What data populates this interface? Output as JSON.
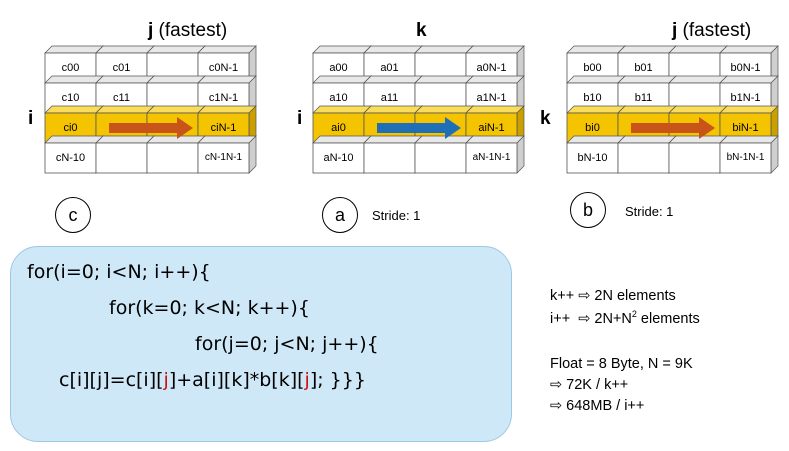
{
  "matrices": {
    "c": {
      "col_axis_letter": "j",
      "col_axis_note": " (fastest)",
      "row_axis": "i",
      "circle": "c",
      "stride": "",
      "cells": [
        [
          "c00",
          "c01",
          "",
          "c0N-1"
        ],
        [
          "c10",
          "c11",
          "",
          "c1N-1"
        ],
        [
          "ci0",
          "",
          "",
          "ciN-1"
        ],
        [
          "cN-10",
          "",
          "",
          "cN-1N-1"
        ]
      ]
    },
    "a": {
      "col_axis_letter": "k",
      "col_axis_note": "",
      "row_axis": "i",
      "circle": "a",
      "stride": "Stride: 1",
      "cells": [
        [
          "a00",
          "a01",
          "",
          "a0N-1"
        ],
        [
          "a10",
          "a11",
          "",
          "a1N-1"
        ],
        [
          "ai0",
          "",
          "",
          "aiN-1"
        ],
        [
          "aN-10",
          "",
          "",
          "aN-1N-1"
        ]
      ]
    },
    "b": {
      "col_axis_letter": "j",
      "col_axis_note": " (fastest)",
      "row_axis": "k",
      "circle": "b",
      "stride": "Stride: 1",
      "cells": [
        [
          "b00",
          "b01",
          "",
          "b0N-1"
        ],
        [
          "b10",
          "b11",
          "",
          "b1N-1"
        ],
        [
          "bi0",
          "",
          "",
          "biN-1"
        ],
        [
          "bN-10",
          "",
          "",
          "bN-1N-1"
        ]
      ]
    }
  },
  "colors": {
    "cell_face": "#ffffff",
    "cell_side": "#cfcfcf",
    "cell_top": "#e8e8e8",
    "highlight_face": "#f5c400",
    "highlight_side": "#caa000",
    "highlight_top": "#f9dc5a",
    "arrow_orange": "#c9541a",
    "arrow_blue": "#1f6fb8",
    "code_bg": "#cfe8f8",
    "red": "#cc1111"
  },
  "code": {
    "line1": "for(i=0; i<N; i++){",
    "line2": "for(k=0; k<N; k++){",
    "line3": "for(j=0; j<N; j++){",
    "line4_a": "c[i][j]=c[i][",
    "line4_b": "j",
    "line4_c": "]+a[i][k]*b[k][",
    "line4_d": "j",
    "line4_e": "]; }}}"
  },
  "notes": {
    "line1": "k++ ⇨ 2N elements",
    "line2_pre": "i++  ⇨ 2N+N",
    "line2_sup": "2",
    "line2_post": " elements",
    "line3": "Float = 8 Byte, N = 9K",
    "line4": "⇨ 72K / k++",
    "line5": "⇨ 648MB / i++"
  }
}
